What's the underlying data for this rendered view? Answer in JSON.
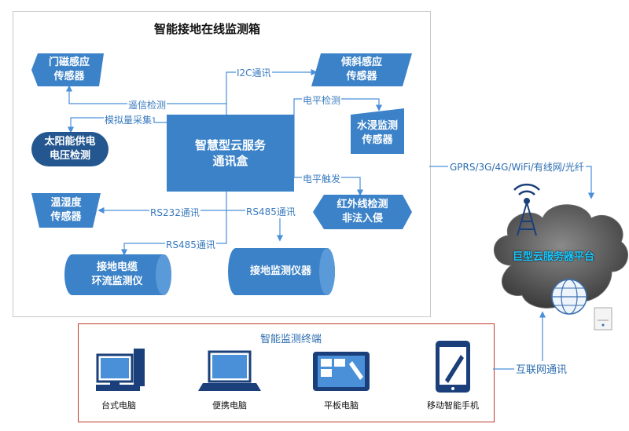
{
  "main_title": "智能接地在线监测箱",
  "center_node": {
    "line1": "智慧型云服务",
    "line2": "通讯盒"
  },
  "nodes": {
    "door_sensor": {
      "line1": "门磁感应",
      "line2": "传感器"
    },
    "solar": {
      "line1": "太阳能供电",
      "line2": "电压检测"
    },
    "temp_hum": {
      "line1": "温湿度",
      "line2": "传感器"
    },
    "cable": {
      "line1": "接地电缆",
      "line2": "环流监测仪"
    },
    "ground_meter": {
      "line1": "接地监测仪器"
    },
    "tilt": {
      "line1": "倾斜感应",
      "line2": "传感器"
    },
    "flood": {
      "line1": "水浸监测",
      "line2": "传感器"
    },
    "infrared": {
      "line1": "红外线检测",
      "line2": "非法入侵"
    }
  },
  "edge_labels": {
    "i2c": "I2C通讯",
    "remote_check": "遥信检测",
    "analog": "模拟量采集",
    "level_check": "电平检测",
    "level_trigger": "电平触发",
    "rs232": "RS232通讯",
    "rs485_a": "RS485通讯",
    "rs485_b": "RS485通讯"
  },
  "network_label": "GPRS/3G/4G/WiFi/有线网/光纤",
  "cloud_label": "巨型云服务器平台",
  "internet_label": "互联网通讯",
  "terminal": {
    "title": "智能监测终端",
    "devices": [
      "台式电脑",
      "便携电脑",
      "平板电脑",
      "移动智能手机"
    ]
  },
  "colors": {
    "node_blue": "#3b82c8",
    "node_dark": "#24578f",
    "line": "#4a90d9",
    "terminal_border": "#c0392b"
  }
}
